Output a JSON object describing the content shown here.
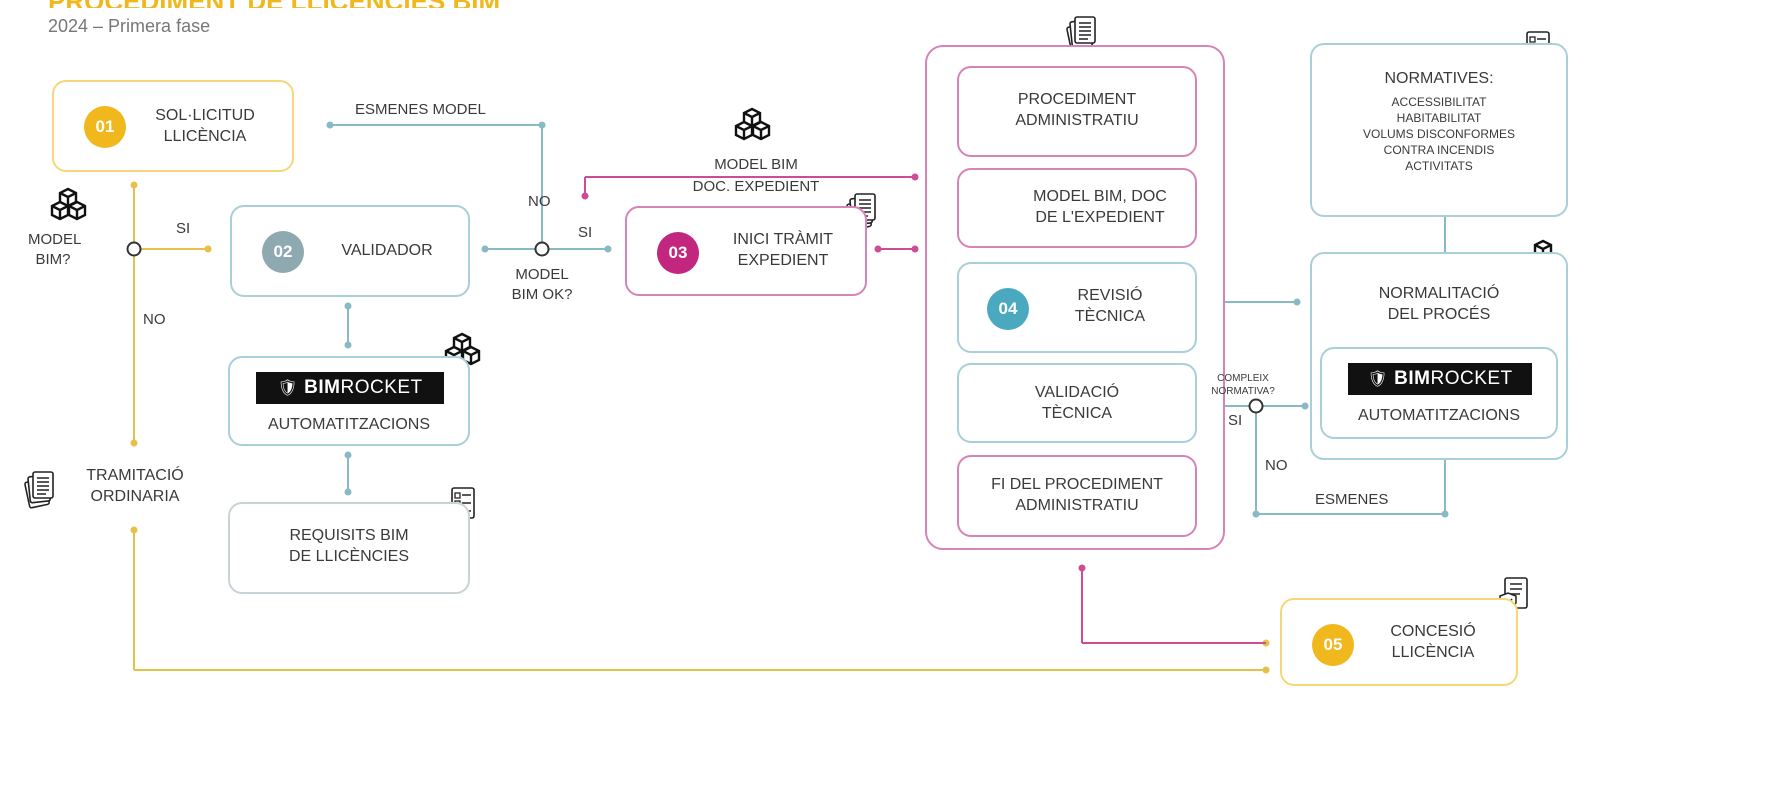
{
  "header": {
    "title": "PROCEDIMENT DE LLICÈNCIES BIM",
    "subtitle": "2024 – Primera fase"
  },
  "colors": {
    "yellow": "#f0b81c",
    "yellow_line": "#e6c14a",
    "teal": "#4aa9bf",
    "teal_line": "#88b9c4",
    "magenta": "#c2267f",
    "magenta_line": "#cc4c95",
    "grey_num": "#8fa9b1"
  },
  "nodes": {
    "n01": {
      "num": "01",
      "line1": "SOL·LICITUD",
      "line2": "LLICÈNCIA"
    },
    "n02": {
      "num": "02",
      "label": "VALIDADOR"
    },
    "automat_left": {
      "brand_bold": "BIM",
      "brand_thin": "ROCKET",
      "label": "AUTOMATITZACIONS"
    },
    "requisits": {
      "line1": "REQUISITS BIM",
      "line2": "DE LLICÈNCIES"
    },
    "n03": {
      "num": "03",
      "line1": "INICI TRÀMIT",
      "line2": "EXPEDIENT"
    },
    "proc_admin": {
      "line1": "PROCEDIMENT",
      "line2": "ADMINISTRATIU"
    },
    "model_doc": {
      "line1": "MODEL BIM, DOC",
      "line2": "DE L'EXPEDIENT"
    },
    "n04": {
      "num": "04",
      "line1": "REVISIÓ",
      "line2": "TÈCNICA"
    },
    "validacio": {
      "line1": "VALIDACIÓ",
      "line2": "TÈCNICA"
    },
    "fi_proc": {
      "line1": "FI DEL PROCEDIMENT",
      "line2": "ADMINISTRATIU"
    },
    "normatives": {
      "title": "NORMATIVES:",
      "items": [
        "ACCESSIBILITAT",
        "HABITABILITAT",
        "VOLUMS DISCONFORMES",
        "CONTRA INCENDIS",
        "ACTIVITATS"
      ]
    },
    "normalitacio": {
      "line1": "NORMALITACIÓ",
      "line2": "DEL PROCÉS"
    },
    "automat_right": {
      "brand_bold": "BIM",
      "brand_thin": "ROCKET",
      "label": "AUTOMATITZACIONS"
    },
    "n05": {
      "num": "05",
      "line1": "CONCESIÓ",
      "line2": "LLICÈNCIA"
    },
    "tramitacio": {
      "line1": "TRAMITACIÓ",
      "line2": "ORDINARIA"
    }
  },
  "labels": {
    "model_bim_q1": "MODEL",
    "model_bim_q2": "BIM?",
    "si1": "SI",
    "no1": "NO",
    "esmenes_model": "ESMENES MODEL",
    "no2": "NO",
    "si2": "SI",
    "model_ok1": "MODEL",
    "model_ok2": "BIM OK?",
    "model_bim_doc1": "MODEL BIM",
    "model_bim_doc2": "DOC. EXPEDIENT",
    "compleix1": "COMPLEIX",
    "compleix2": "NORMATIVA?",
    "si3": "SI",
    "no3": "NO",
    "esmenes": "ESMENES"
  },
  "icons": [
    "cube-icon",
    "document-stack-icon",
    "checklist-icon",
    "certificate-icon"
  ]
}
